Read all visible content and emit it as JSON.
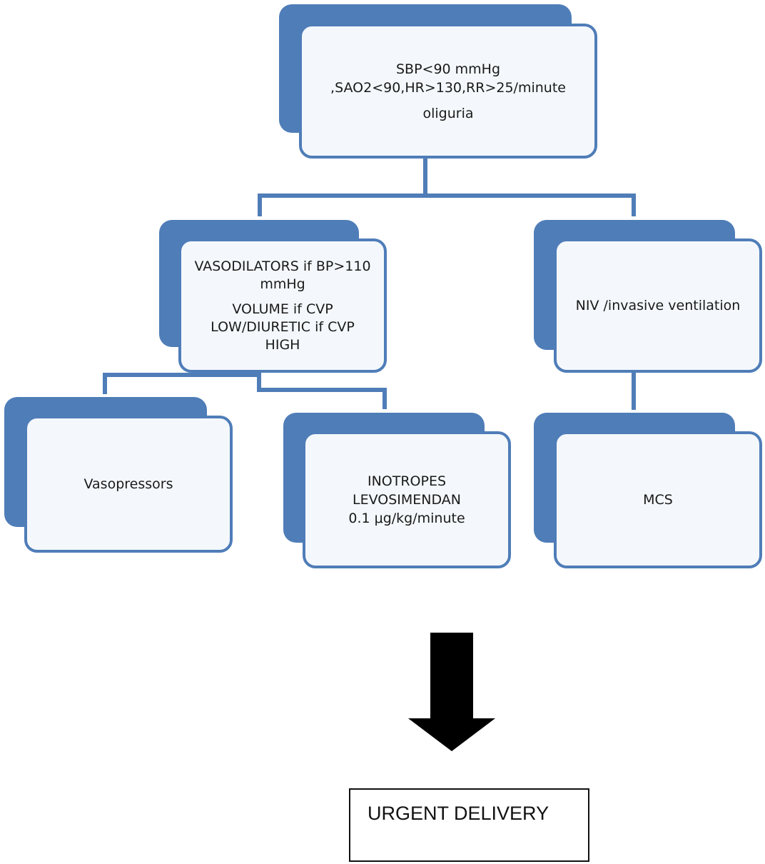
{
  "colors": {
    "accent": "#4f7db8",
    "card_background": "#f4f8fc",
    "arrow": "#000000"
  },
  "diagram": {
    "nodes": {
      "assessment": {
        "lines": [
          "SBP<90 mmHg",
          ",SAO2<90,HR>130,RR>25/minute",
          "oliguria"
        ]
      },
      "vasodilators": {
        "lines": [
          "VASODILATORS if BP>110",
          "mmHg",
          "VOLUME  if  CVP",
          "LOW/DIURETIC if CVP",
          "HIGH"
        ]
      },
      "ventilation": {
        "lines": [
          "NIV /invasive ventilation"
        ]
      },
      "vasopressors": {
        "lines": [
          "Vasopressors"
        ]
      },
      "inotropes": {
        "lines": [
          "INOTROPES",
          "LEVOSIMENDAN",
          "0.1 μg/kg/minute"
        ]
      },
      "mcs": {
        "lines": [
          "MCS"
        ]
      }
    },
    "result": {
      "label": "URGENT DELIVERY"
    },
    "edges": [
      {
        "from": "assessment",
        "to": "vasodilators"
      },
      {
        "from": "assessment",
        "to": "ventilation"
      },
      {
        "from": "vasodilators",
        "to": "vasopressors"
      },
      {
        "from": "vasodilators",
        "to": "inotropes"
      },
      {
        "from": "ventilation",
        "to": "mcs"
      }
    ]
  }
}
